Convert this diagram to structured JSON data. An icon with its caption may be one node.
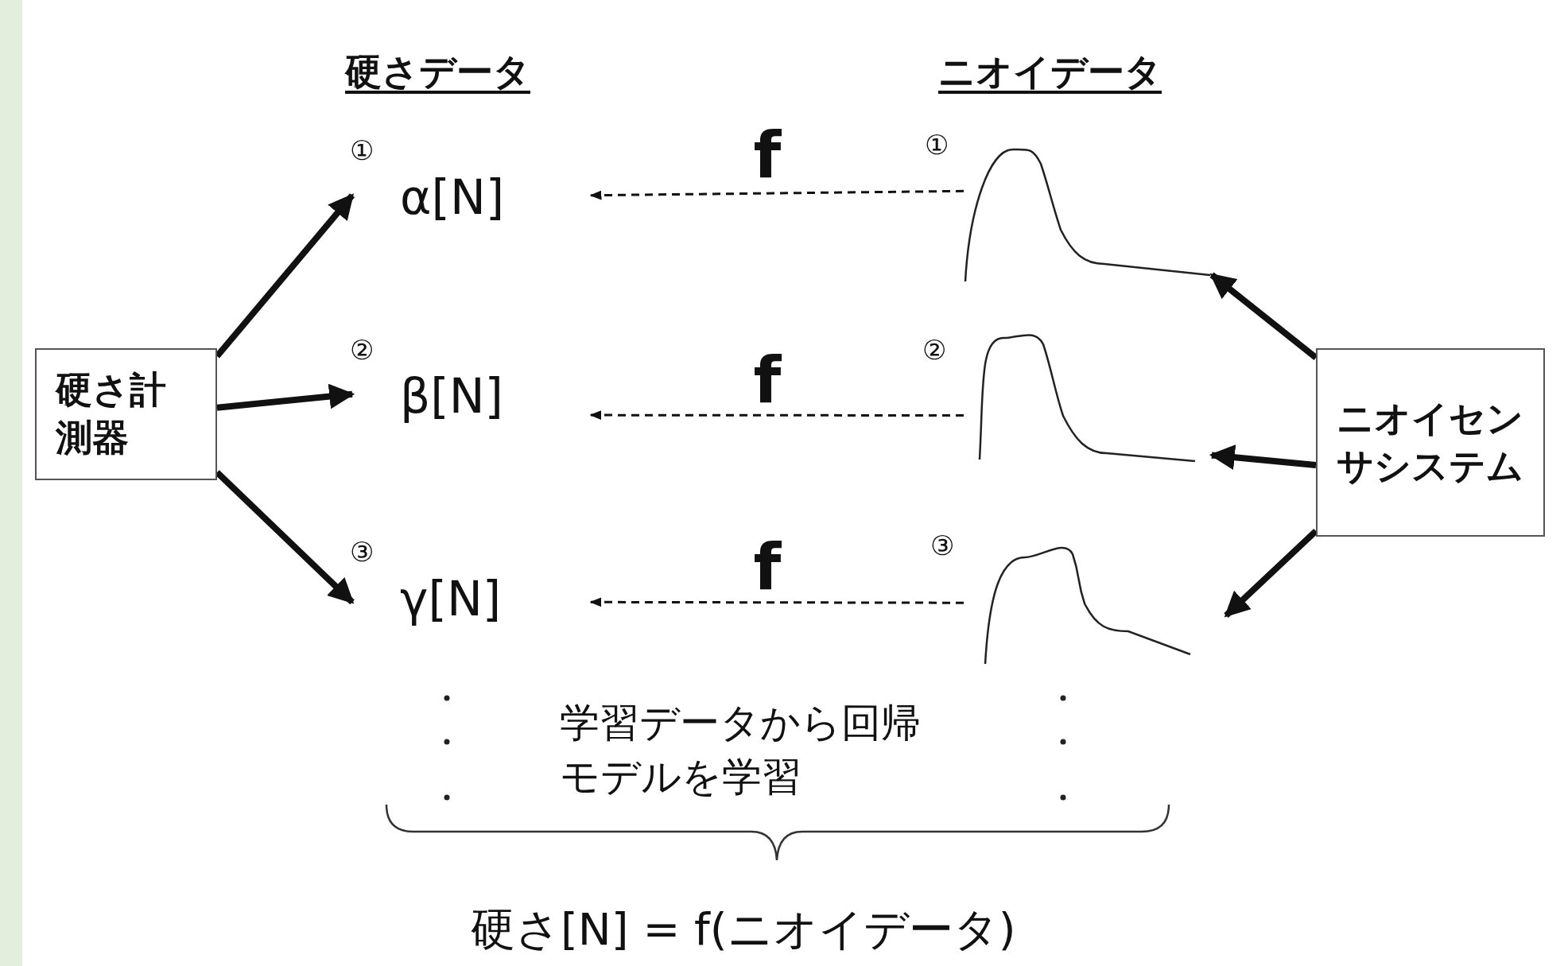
{
  "diagram": {
    "nodes": [
      {
        "text": [
          "硬さ計測器"
        ]
      },
      {
        "text": [
          "α[N]"
        ],
        "beside": [
          "①"
        ]
      },
      {
        "text": [
          "β[N]"
        ],
        "beside": [
          "②"
        ]
      },
      {
        "text": [
          "γ[N]"
        ],
        "beside": [
          "③"
        ]
      },
      {
        "text": [],
        "shape": "picture",
        "beside": [
          "①"
        ]
      },
      {
        "text": [],
        "shape": "picture",
        "beside": [
          "②"
        ]
      },
      {
        "text": [],
        "shape": "picture",
        "beside": [
          "③"
        ]
      },
      {
        "text": [
          "ニオイセンサシステム"
        ]
      },
      {
        "text": [],
        "shape": "bar"
      }
    ],
    "edges": [
      {
        "from": 0,
        "to": 1,
        "arrow": "to"
      },
      {
        "from": 0,
        "to": 2,
        "arrow": "to"
      },
      {
        "from": 0,
        "to": 3,
        "arrow": "to"
      },
      {
        "from": 7,
        "to": 4,
        "arrow": "to"
      },
      {
        "from": 7,
        "to": 5,
        "arrow": "to"
      },
      {
        "from": 7,
        "to": 6,
        "arrow": "to"
      },
      {
        "from": 4,
        "to": 1,
        "arrow": "to",
        "style": "dashed",
        "label": "f"
      },
      {
        "from": 5,
        "to": 2,
        "arrow": "to",
        "style": "dashed",
        "label": "f"
      },
      {
        "from": 6,
        "to": 3,
        "arrow": "to",
        "style": "dashed",
        "label": "f"
      }
    ],
    "labels": [
      "硬さデータ",
      "ニオイデータ",
      "学習データから回帰モデルを学習",
      "硬さ[N] = f(ニオイデータ)"
    ]
  }
}
